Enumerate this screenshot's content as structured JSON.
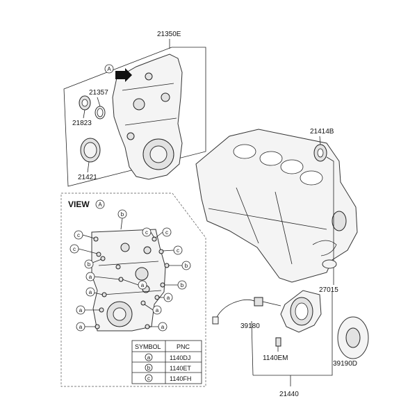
{
  "labels": {
    "timing_cover_assy": "21350E",
    "view_marker": "A",
    "seal_small": "21357",
    "oil_seal": "21823",
    "front_seal": "21421",
    "rear_seal": "21414B",
    "gasket": "27015",
    "sensor": "39180",
    "bolt": "1140EM",
    "drive_plate": "39190D",
    "assy_bottom": "21440"
  },
  "view": {
    "title": "VIEW",
    "marker": "A"
  },
  "callouts": {
    "a": "a",
    "b": "b",
    "c": "c"
  },
  "symbol_table": {
    "header_symbol": "SYMBOL",
    "header_pnc": "PNC",
    "rows": [
      {
        "symbol": "a",
        "pnc": "1140DJ"
      },
      {
        "symbol": "b",
        "pnc": "1140ET"
      },
      {
        "symbol": "c",
        "pnc": "1140FH"
      }
    ]
  }
}
